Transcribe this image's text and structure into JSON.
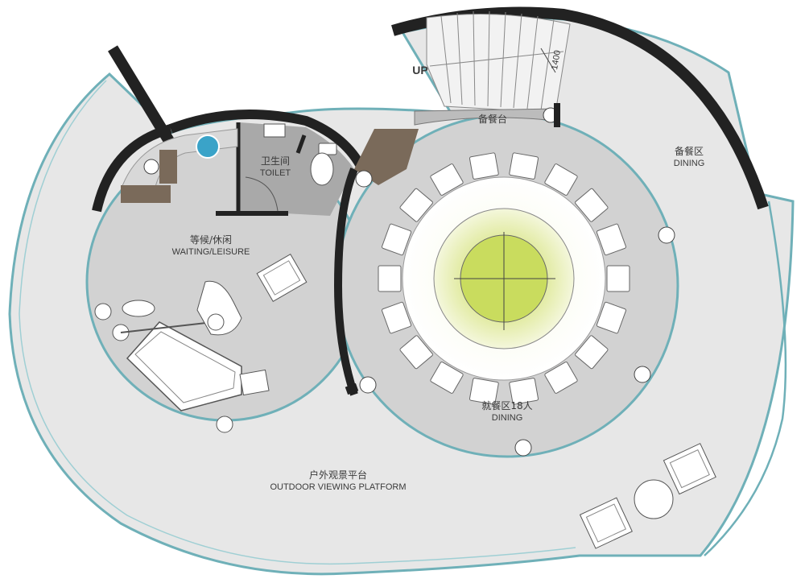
{
  "plan": {
    "labels": {
      "up": "UP",
      "dimension": "1400",
      "serving_station": "备餐台",
      "prep_dining_cn": "备餐区",
      "prep_dining_en": "DINING",
      "toilet_cn": "卫生间",
      "toilet_en": "TOILET",
      "waiting_cn": "等候/休闲",
      "waiting_en": "WAITING/LEISURE",
      "dining18_cn": "就餐区18人",
      "dining18_en": "DINING",
      "outdoor_cn": "户外观景平台",
      "outdoor_en": "OUTDOOR VIEWING PLATFORM"
    },
    "colors": {
      "terrace": "#e7e7e7",
      "interior": "#d2d2d2",
      "toilet": "#a9a9a9",
      "wall": "#222222",
      "glass": "#6fb0b8",
      "wood": "#7a6a5a",
      "table_glow": "#e3ecaa",
      "table_core": "#c9dc5e",
      "sink": "#3aa3c8"
    },
    "dining_chairs": 18
  }
}
